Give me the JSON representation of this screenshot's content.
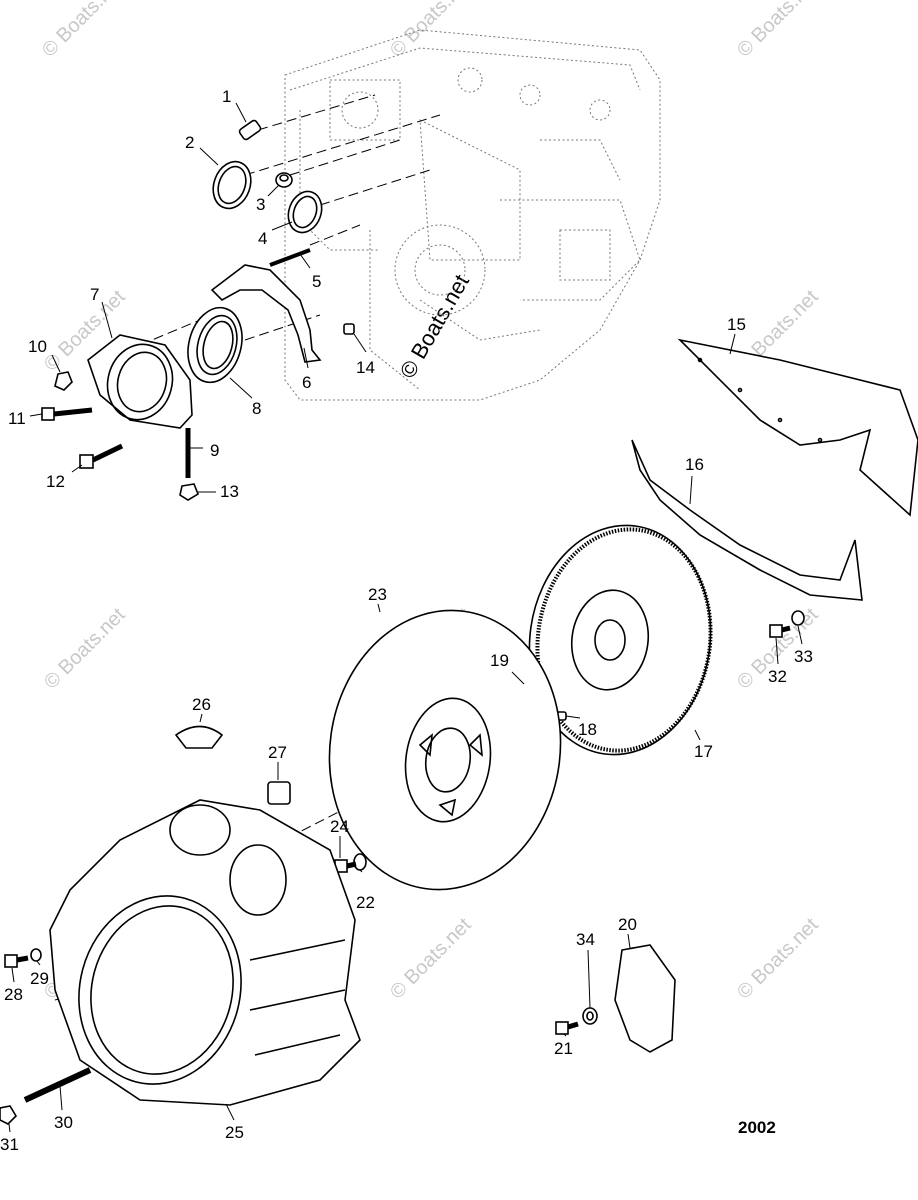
{
  "diagram": {
    "labels": [
      "1",
      "2",
      "3",
      "4",
      "5",
      "6",
      "7",
      "8",
      "9",
      "10",
      "11",
      "12",
      "13",
      "14",
      "15",
      "16",
      "17",
      "18",
      "19",
      "20",
      "21",
      "22",
      "23",
      "24",
      "25",
      "26",
      "27",
      "28",
      "29",
      "30",
      "31",
      "32",
      "33",
      "34"
    ],
    "year_code": "2002",
    "watermark": "© Boats.net"
  }
}
